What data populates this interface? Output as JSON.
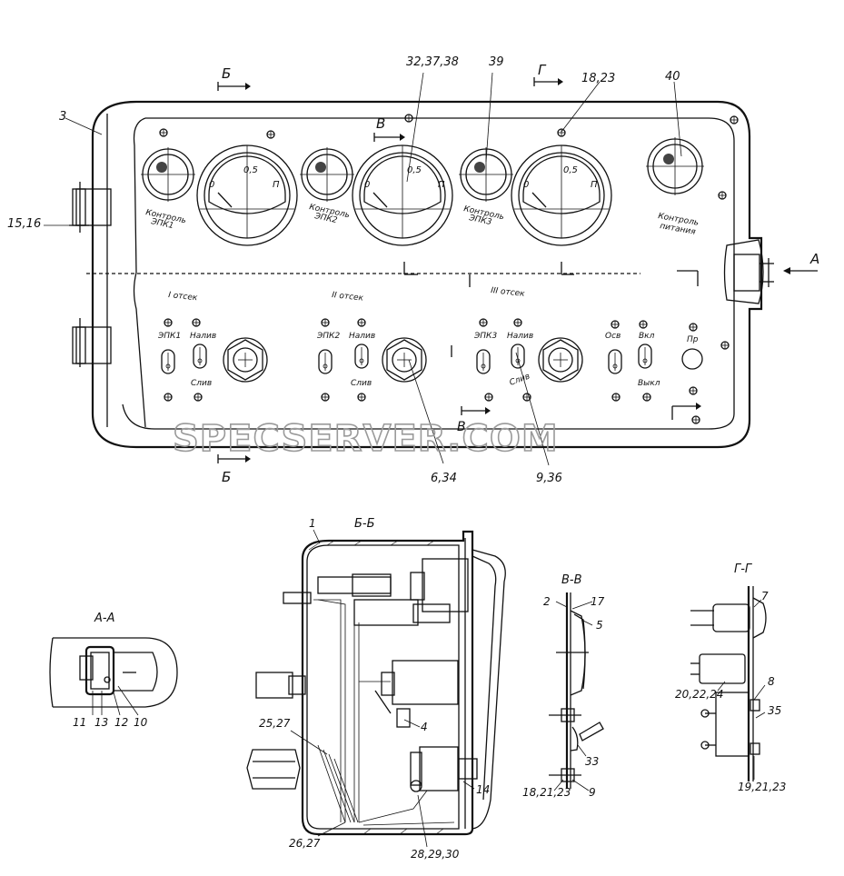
{
  "watermark": "SPECSERVER.COM",
  "panel": {
    "section_marks": {
      "b_top": "Б",
      "b_bottom": "Б",
      "v_top": "В",
      "v_bottom": "В",
      "g": "Г",
      "a": "А"
    },
    "callouts": {
      "c3": "3",
      "c15_16": "15,16",
      "c32_37_38": "32,37,38",
      "c39": "39",
      "c18_23": "18,23",
      "c40": "40",
      "c6_34": "6,34",
      "c9_36": "9,36"
    },
    "indicators": {
      "epk1": [
        "Контроль",
        "ЭПК1"
      ],
      "epk2": [
        "Контроль",
        "ЭПК2"
      ],
      "epk3": [
        "Контроль",
        "ЭПК3"
      ],
      "power": [
        "Контроль",
        "питания"
      ]
    },
    "gauge_scale": {
      "zero": "0",
      "half": "0,5",
      "full": "П"
    },
    "compartments": {
      "c1": "I отсек",
      "c2": "II отсек",
      "c3": "III отсек"
    },
    "switches": {
      "epk1": "ЭПК1",
      "epk2": "ЭПК2",
      "epk3": "ЭПК3",
      "fill": "Налив",
      "drain": "Слив",
      "osv": "Осв",
      "on": "Вкл",
      "off": "Выкл",
      "pr": "Пр"
    }
  },
  "view_aa": {
    "title": "А-А",
    "callouts": [
      "11",
      "13",
      "12",
      "10"
    ]
  },
  "view_bb": {
    "title": "Б-Б",
    "callouts": {
      "c1": "1",
      "c4": "4",
      "c14": "14",
      "c25_27": "25,27",
      "c26_27": "26,27",
      "c28_29_30": "28,29,30"
    }
  },
  "view_vv": {
    "title": "В-В",
    "callouts": {
      "c2": "2",
      "c17": "17",
      "c5": "5",
      "c33": "33",
      "c18_21_23": "18,21,23",
      "c9": "9"
    }
  },
  "view_gg": {
    "title": "Г-Г",
    "callouts": {
      "c7": "7",
      "c8": "8",
      "c20_22_24": "20,22,24",
      "c35": "35",
      "c19_21_23": "19,21,23"
    }
  }
}
